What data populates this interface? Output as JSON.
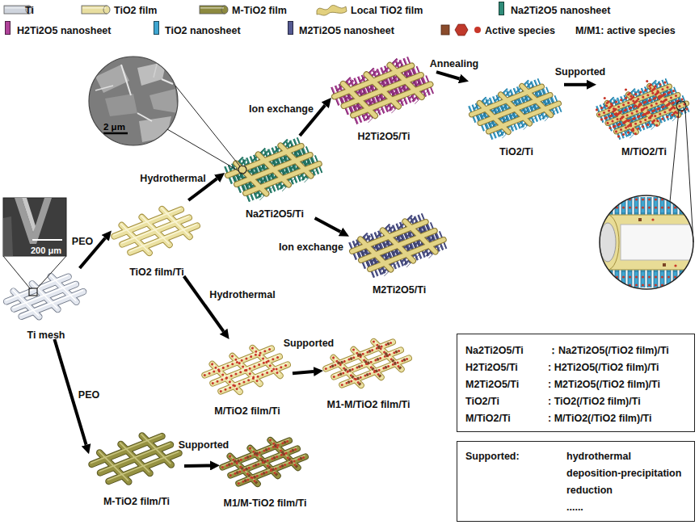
{
  "diagram": {
    "nodes": [
      {
        "text": [
          "H2Ti2O5/Ti"
        ]
      },
      {
        "text": [
          "TiO2/Ti"
        ]
      },
      {
        "text": [
          "M/TiO2/Ti"
        ]
      },
      {
        "text": [
          "Na2Ti2O5/Ti"
        ]
      },
      {
        "text": [
          "TiO2 film/Ti"
        ]
      },
      {
        "text": [
          "M2Ti2O5/Ti"
        ]
      },
      {
        "text": [
          "Ti mesh"
        ]
      },
      {
        "text": [
          "M/TiO2 film/Ti"
        ]
      },
      {
        "text": [
          "M1-M/TiO2 film/Ti"
        ]
      },
      {
        "text": [
          "Na2Ti2O5/Ti",
          "：Na2Ti2O5(/TiO2 film)/Ti",
          "H2Ti2O5/Ti",
          ": H2Ti2O5(/TiO2 film)/Ti",
          "M2Ti2O5/Ti",
          ": M2Ti2O5(/TiO2 film)/Ti",
          "TiO2/Ti",
          ": TiO2(/TiO2 film)/Ti",
          "M/TiO2/Ti",
          ": M/TiO2(/TiO2 film)/Ti"
        ]
      },
      {
        "text": [
          "M-TiO2 film/Ti"
        ]
      },
      {
        "text": [
          "M1/M-TiO2 film/Ti"
        ]
      },
      {
        "text": [
          "Supported:",
          "hydrothermal",
          "deposition-precipitation",
          "reduction",
          "......"
        ]
      }
    ],
    "edges": [
      {
        "from": 6,
        "to": 4,
        "arrow": "to",
        "label": "PEO"
      },
      {
        "from": 6,
        "to": 10,
        "arrow": "to",
        "label": "PEO"
      },
      {
        "from": 4,
        "to": 3,
        "arrow": "to",
        "label": "Hydrothermal"
      },
      {
        "from": 4,
        "to": 7,
        "arrow": "to",
        "label": "Hydrothermal"
      },
      {
        "from": 3,
        "to": 0,
        "arrow": "to",
        "label": "Ion exchange"
      },
      {
        "from": 3,
        "to": 5,
        "arrow": "to",
        "label": "Ion exchange"
      },
      {
        "from": 0,
        "to": 1,
        "arrow": "to",
        "label": "Annealing"
      },
      {
        "from": 1,
        "to": 2,
        "arrow": "to",
        "label": "Supported"
      },
      {
        "from": 7,
        "to": 8,
        "arrow": "to",
        "label": "Supported"
      },
      {
        "from": 10,
        "to": 11,
        "arrow": "to",
        "label": "Supported"
      }
    ],
    "labels": [
      "M/M1: active species",
      "2 μm",
      "200 μm"
    ],
    "legend": [
      {
        "text": "Ti",
        "color": "#cfd4dd"
      },
      {
        "text": "TiO2 film",
        "color": "#e8dea0"
      },
      {
        "text": "M-TiO2 film",
        "color": "#8d8a3f"
      },
      {
        "text": "Local TiO2 film",
        "color": "#e2d07e"
      },
      {
        "text": "Na2Ti2O5 nanosheet",
        "color": "#2f8c79"
      },
      {
        "text": "H2Ti2O5 nanosheet",
        "color": "#b0439a"
      },
      {
        "text": "TiO2 nanosheet",
        "color": "#3fa6d1"
      },
      {
        "text": "M2Ti2O5 nanosheet",
        "color": "#555a92"
      },
      {
        "text": "Active species"
      }
    ]
  }
}
